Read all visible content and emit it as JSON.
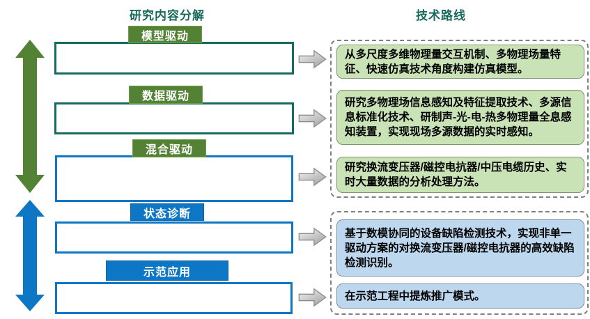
{
  "left_panel": {
    "title": "研究内容分解",
    "items": [
      {
        "label": "模型驱动",
        "type": "green"
      },
      {
        "label": "数据驱动",
        "type": "green"
      },
      {
        "label": "混合驱动",
        "type": "green"
      },
      {
        "label": "状态诊断",
        "type": "blue"
      },
      {
        "label": "示范应用",
        "type": "blue"
      }
    ]
  },
  "right_panel": {
    "title": "技术路线",
    "items": [
      {
        "text": "从多尺度多维物理量交互机制、多物理场量特征、快速仿真技术角度构建仿真模型。",
        "type": "green"
      },
      {
        "text": "研究多物理场信息感知及特征提取技术、多源信息标准化技术、研制声-光-电-热多物理量全息感知装置，实现现场多源数据的实时感知。",
        "type": "green"
      },
      {
        "text": "研究换流变压器/磁控电抗器/中压电缆历史、实时大量数据的分析处理方法。",
        "type": "green"
      },
      {
        "text": "基于数模协同的设备缺陷检测技术，实现非单一驱动方案的对换流变压器/磁控电抗器的高效缺陷检测识别。",
        "type": "blue"
      },
      {
        "text": "在示范工程中提炼推广模式。",
        "type": "blue"
      }
    ]
  },
  "colors": {
    "title_teal": "#17695c",
    "label_green": "#548235",
    "label_blue": "#0d76c5",
    "teal_box_border": "#156b5e",
    "blue_box_border": "#0d76c5",
    "route_green_bg": "#c9e3b7",
    "route_blue_bg": "#bdd7ee",
    "dashed_border_gray": "#7f7f7f",
    "green_double_arrow": "#548235",
    "blue_double_arrow": "#0d76c5",
    "flow_arrow_gray": "#c9c9c9"
  }
}
